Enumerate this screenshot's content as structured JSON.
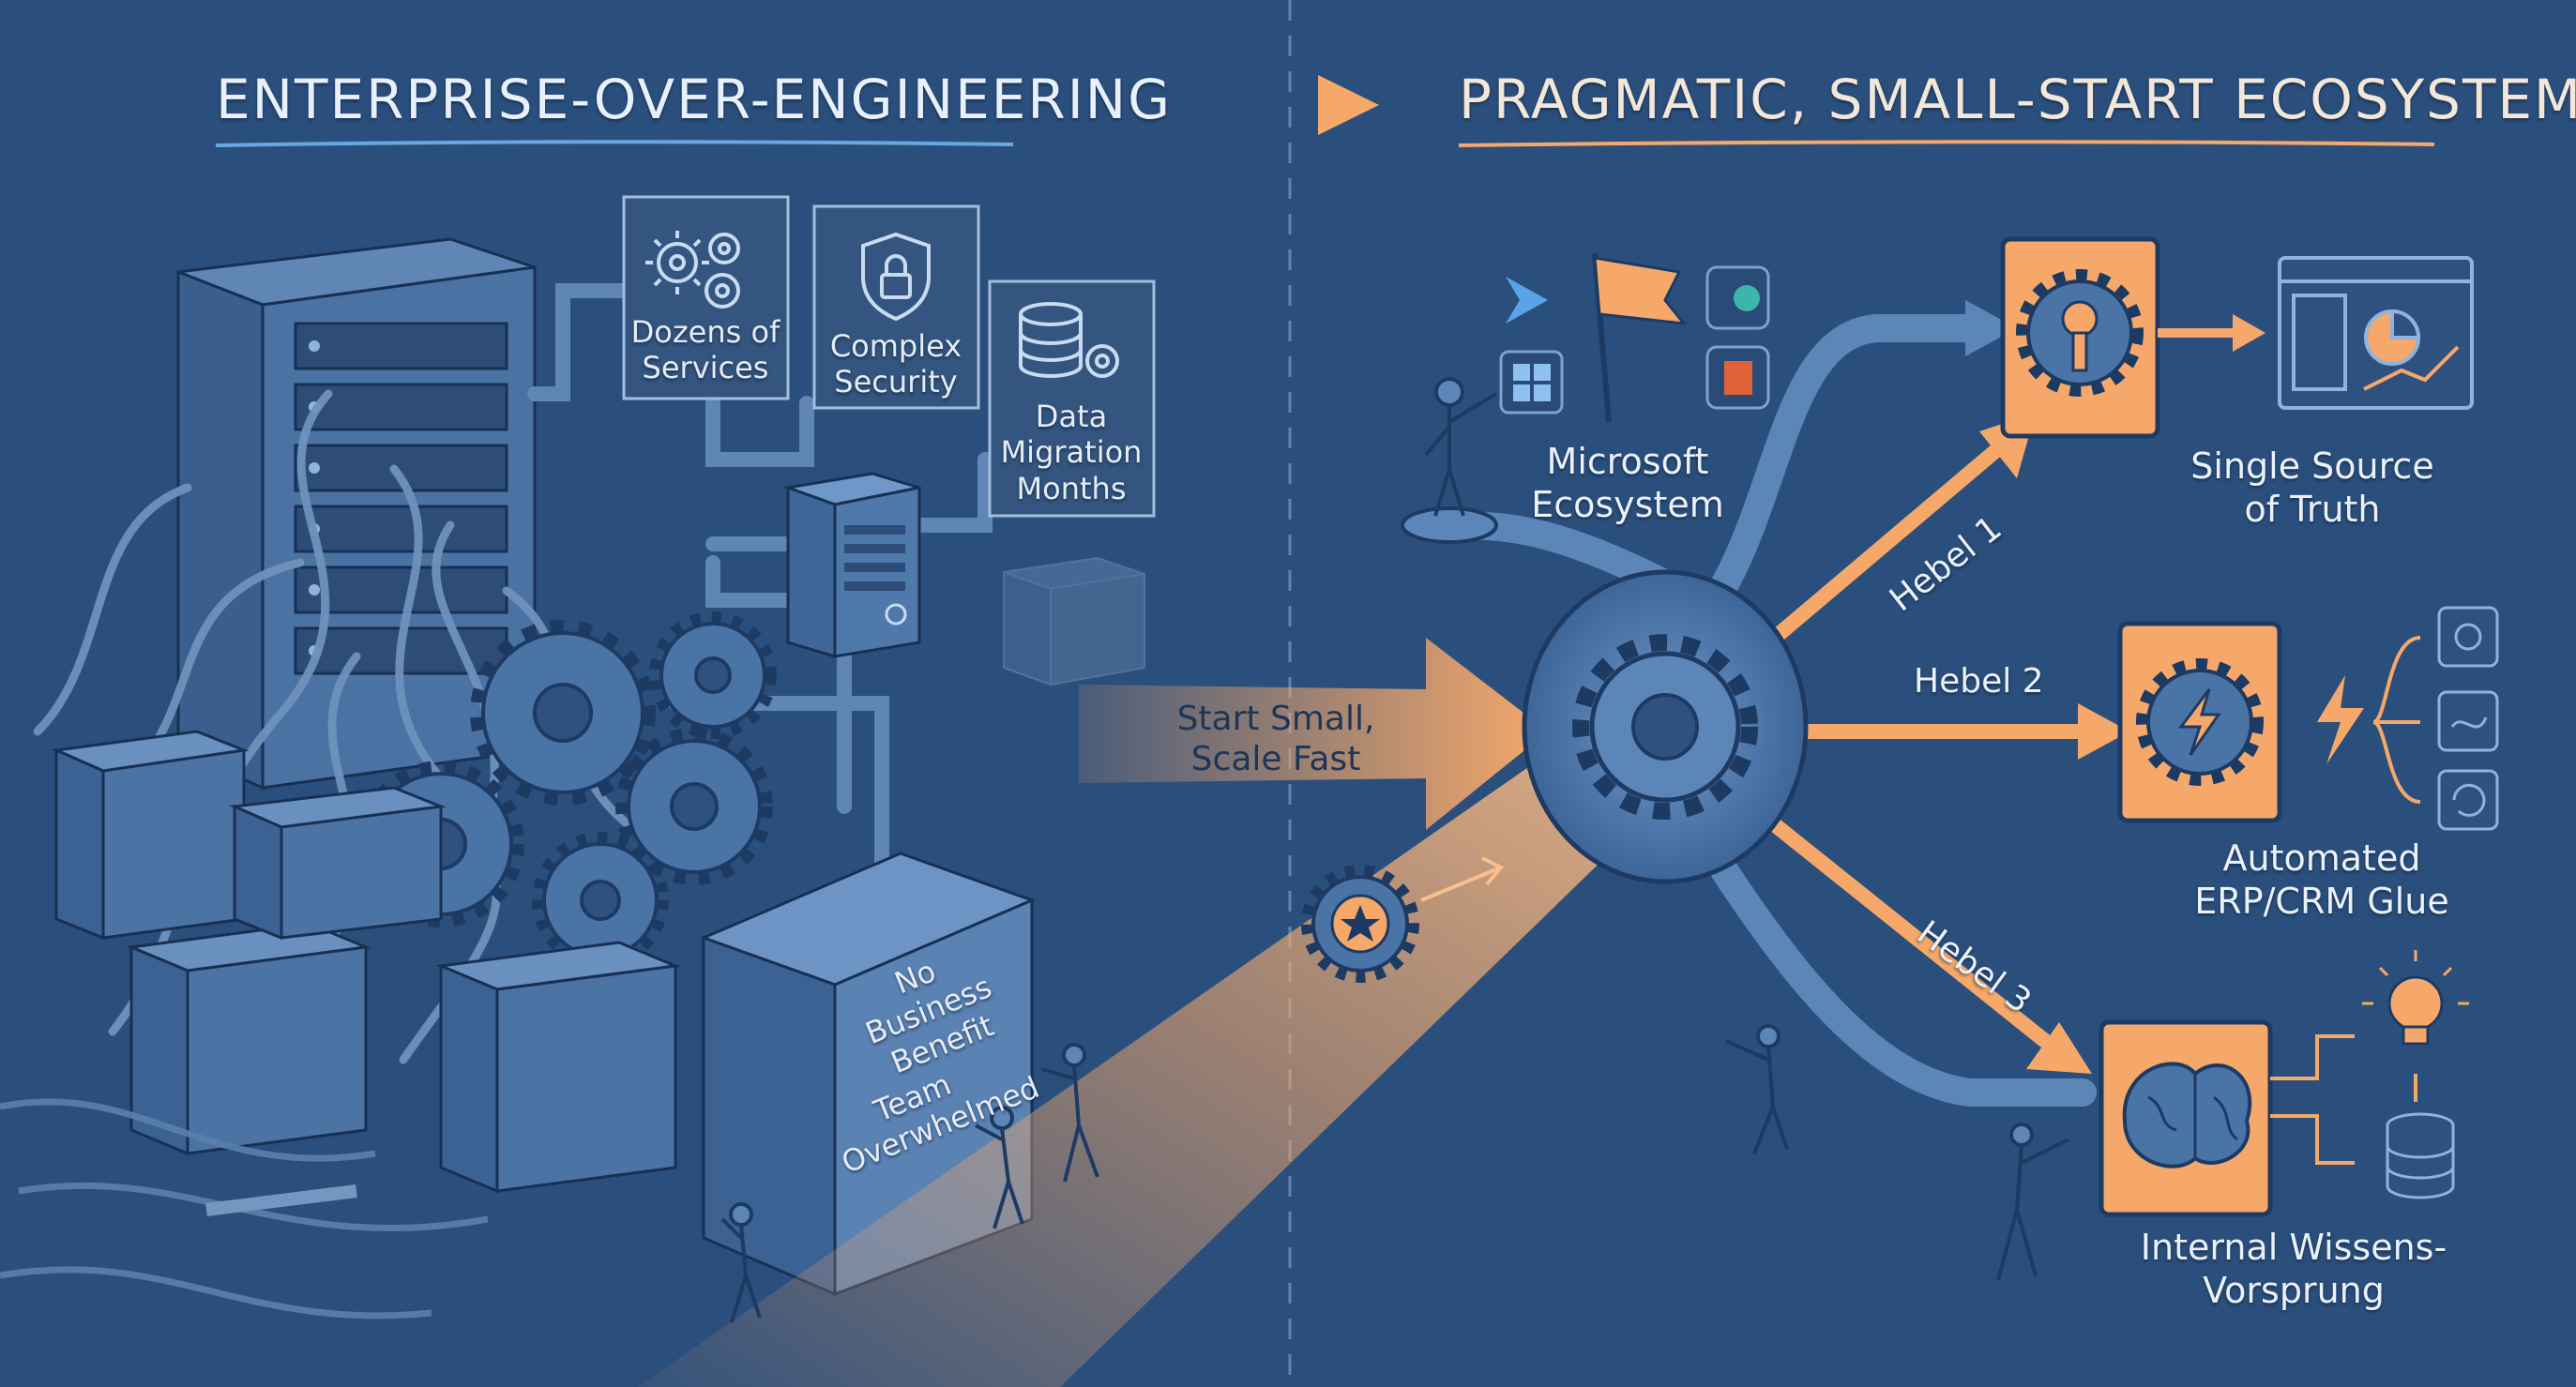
{
  "headings": {
    "left": "ENTERPRISE-OVER-ENGINEERING",
    "right": "PRAGMATIC, SMALL-START ECOSYSTEM"
  },
  "left_panel": {
    "boxes": [
      {
        "label": "Dozens of Services",
        "icon": "gears-icon"
      },
      {
        "label": "Complex Security",
        "icon": "shield-lock-icon"
      },
      {
        "label": "Data Migration Months",
        "icon": "database-gear-icon"
      }
    ],
    "crate_label_1": "No Business Benefit",
    "crate_label_2": "Team Overwhelmed"
  },
  "center_arrow": {
    "label": "Start Small, Scale Fast"
  },
  "right_panel": {
    "hub_label": "Microsoft Ecosystem",
    "levers": [
      "Hebel 1",
      "Hebel 2",
      "Hebel 3"
    ],
    "outcomes": [
      {
        "label": "Single Source of Truth",
        "icon": "gear-key-icon",
        "extra_icon": "dashboard-icon"
      },
      {
        "label": "Automated ERP/CRM Glue",
        "icon": "gear-lightning-icon",
        "extra_icon": "lightning-icon"
      },
      {
        "label": "Internal Wissens-Vorsprung",
        "icon": "brain-icon",
        "extra_icon": "lightbulb-icon"
      }
    ]
  },
  "colors": {
    "background": "#2b4f7c",
    "accent_orange": "#f5a86a",
    "line_blue": "#5d86b8",
    "text_light": "#eaf1fa"
  }
}
